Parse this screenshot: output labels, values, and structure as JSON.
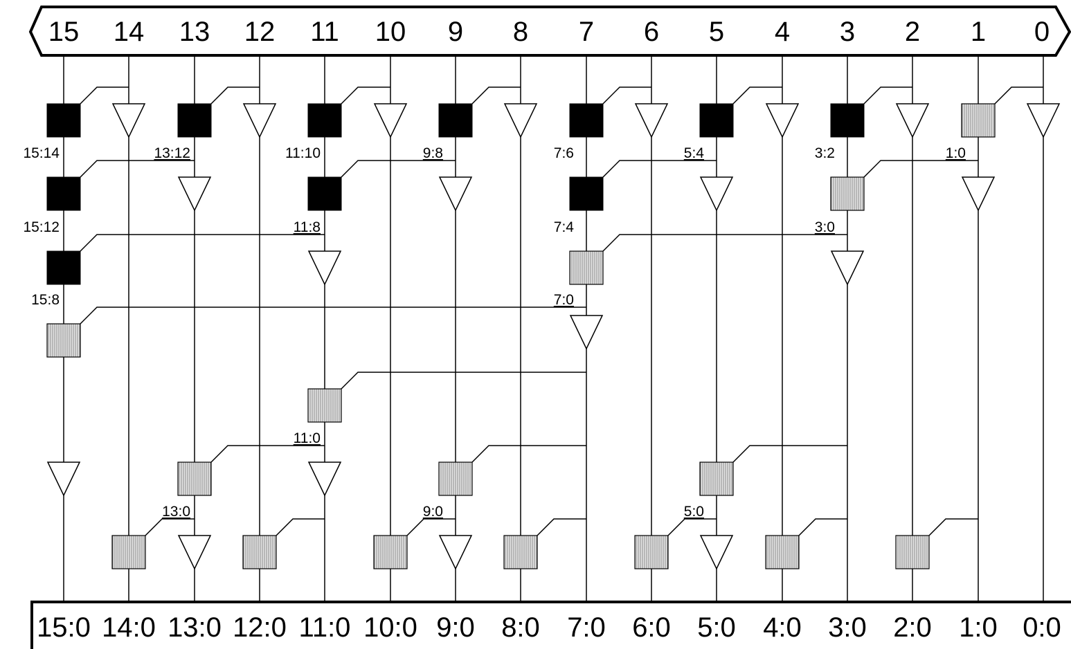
{
  "top_bus": {
    "bits": [
      "15",
      "14",
      "13",
      "12",
      "11",
      "10",
      "9",
      "8",
      "7",
      "6",
      "5",
      "4",
      "3",
      "2",
      "1",
      "0"
    ]
  },
  "bottom_bus": {
    "outputs": [
      "15:0",
      "14:0",
      "13:0",
      "12:0",
      "11:0",
      "10:0",
      "9:0",
      "8:0",
      "7:0",
      "6:0",
      "5:0",
      "4:0",
      "3:0",
      "2:0",
      "1:0",
      "0:0"
    ]
  },
  "labels": {
    "l15_14": "15:14",
    "l13_12": "13:12",
    "l11_10": "11:10",
    "l9_8": "9:8",
    "l7_6": "7:6",
    "l5_4": "5:4",
    "l3_2": "3:2",
    "l1_0": "1:0",
    "l15_12": "15:12",
    "l11_8": "11:8",
    "l7_4": "7:4",
    "l3_0": "3:0",
    "l15_8": "15:8",
    "l7_0": "7:0",
    "l11_0": "11:0",
    "l13_0": "13:0",
    "l9_0": "9:0",
    "l5_0": "5:0"
  },
  "colors": {
    "black_cell": "#000000",
    "gray_cell": "#c8c8c8",
    "line": "#000000"
  }
}
